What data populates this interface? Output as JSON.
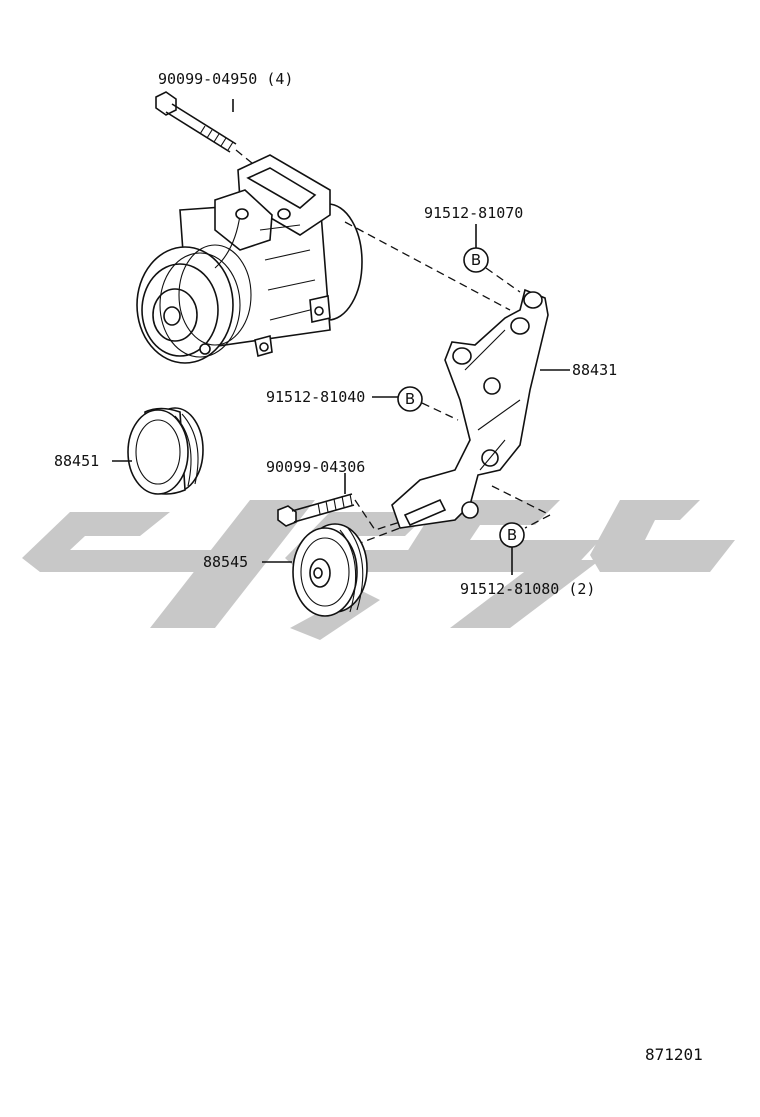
{
  "labels": {
    "bolt_top": "90099-04950 (4)",
    "b1": "91512-81070",
    "bracket": "88431",
    "b2": "91512-81040",
    "pulley_large": "88451",
    "bolt_mid": "90099-04306",
    "idler": "88545",
    "b3": "91512-81080 (2)"
  },
  "callout_letter": "B",
  "diagram_ref": "871201",
  "colors": {
    "line": "#111111",
    "watermark": "#c8c8c8"
  }
}
